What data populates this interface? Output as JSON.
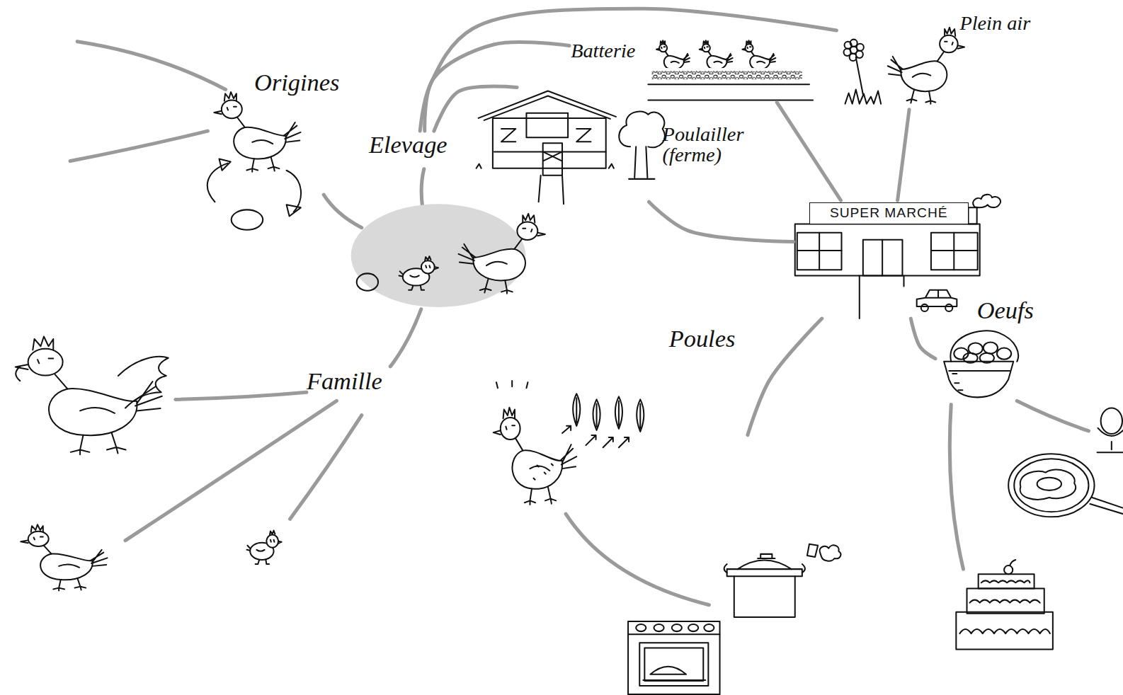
{
  "diagram": {
    "nodes": [
      {
        "text": [
          "Origines"
        ]
      },
      {
        "text": [
          "Batterie"
        ]
      },
      {
        "text": [
          "Plein air"
        ]
      },
      {
        "text": [
          "Elevage"
        ]
      },
      {
        "text": [
          "Poulailler (ferme)"
        ]
      },
      {
        "text": [
          "SUPER MARCHÉ"
        ]
      },
      {
        "text": [
          "Oeufs"
        ]
      },
      {
        "text": [
          "Famille"
        ]
      },
      {
        "text": [
          "Poules"
        ]
      }
    ],
    "edges": [
      {
        "from": 3,
        "to": 1,
        "arrow": "none"
      },
      {
        "from": 3,
        "to": 2,
        "arrow": "none"
      },
      {
        "from": 3,
        "to": 4,
        "arrow": "none"
      },
      {
        "from": 1,
        "to": 5,
        "arrow": "none"
      },
      {
        "from": 2,
        "to": 5,
        "arrow": "none"
      },
      {
        "from": 4,
        "to": 5,
        "arrow": "none"
      },
      {
        "from": 5,
        "to": 8,
        "arrow": "none"
      },
      {
        "from": 5,
        "to": 6,
        "arrow": "none"
      }
    ]
  }
}
